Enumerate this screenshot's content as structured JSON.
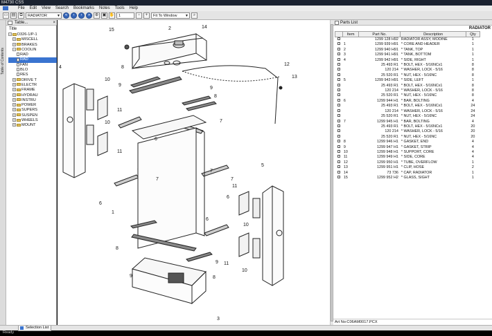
{
  "app": {
    "title": "M4730 CSS"
  },
  "menu": [
    "File",
    "Edit",
    "View",
    "Search",
    "Bookmarks",
    "Notes",
    "Tools",
    "Help"
  ],
  "toolbar": {
    "section_select": "RADIATOR",
    "page_field": "1",
    "zoom_select": "Fit To Window"
  },
  "left_panel": {
    "header": "Table...",
    "vertical_tabs": [
      "Table of Contents"
    ],
    "title_label": "Title",
    "tree": [
      {
        "label": "D326-1/P-1",
        "level": 0,
        "kind": "folder"
      },
      {
        "label": "MISCELL",
        "level": 1,
        "kind": "folder"
      },
      {
        "label": "BRAKES",
        "level": 1,
        "kind": "folder"
      },
      {
        "label": "COOLIN",
        "level": 1,
        "kind": "folder"
      },
      {
        "label": "RAD",
        "level": 2,
        "kind": "doc"
      },
      {
        "label": "RAD",
        "level": 2,
        "kind": "doc",
        "selected": true
      },
      {
        "label": "FAN",
        "level": 2,
        "kind": "doc"
      },
      {
        "label": "BLO",
        "level": 2,
        "kind": "doc"
      },
      {
        "label": "RES",
        "level": 2,
        "kind": "doc"
      },
      {
        "label": "DRIVE T",
        "level": 1,
        "kind": "folder"
      },
      {
        "label": "ELECTR",
        "level": 1,
        "kind": "folder"
      },
      {
        "label": "FRAME",
        "level": 1,
        "kind": "folder"
      },
      {
        "label": "HYDRAU",
        "level": 1,
        "kind": "folder"
      },
      {
        "label": "INSTRU",
        "level": 1,
        "kind": "folder"
      },
      {
        "label": "POWER",
        "level": 1,
        "kind": "folder"
      },
      {
        "label": "SUPERS",
        "level": 1,
        "kind": "folder"
      },
      {
        "label": "SUSPEN",
        "level": 1,
        "kind": "folder"
      },
      {
        "label": "WHEELS",
        "level": 1,
        "kind": "folder"
      },
      {
        "label": "MOUNT",
        "level": 1,
        "kind": "folder"
      }
    ]
  },
  "parts_panel": {
    "header": "Parts List",
    "title": "RADIATOR",
    "columns": [
      "Item",
      "Part No.",
      "Description",
      "Qty"
    ],
    "rows": [
      {
        "item": "",
        "part": "1299 128 H92",
        "desc": "RADIATOR ASSY, MODINE",
        "qty": "1"
      },
      {
        "item": "1",
        "part": "1299 939 H91",
        "desc": "* CORE AND HEADER",
        "qty": "1"
      },
      {
        "item": "2",
        "part": "1299 940 H91",
        "desc": "* TANK, TOP",
        "qty": "1"
      },
      {
        "item": "3",
        "part": "1299 941 H91",
        "desc": "* TANK, BOTTOM",
        "qty": "1"
      },
      {
        "item": "4",
        "part": "1299 942 H91",
        "desc": "* SIDE, RIGHT",
        "qty": "1"
      },
      {
        "item": "",
        "part": "25 493 R1",
        "desc": "* BOLT, HEX - 5/16NCx1",
        "qty": "8"
      },
      {
        "item": "",
        "part": "120 214",
        "desc": "* WASHER, LOCK - 5/16",
        "qty": "8"
      },
      {
        "item": "",
        "part": "25 520 R1",
        "desc": "* NUT, HEX - 5/16NC",
        "qty": "8"
      },
      {
        "item": "5",
        "part": "1299 943 H91",
        "desc": "* SIDE, LEFT",
        "qty": "1"
      },
      {
        "item": "",
        "part": "25 493 R1",
        "desc": "* BOLT, HEX - 5/16NCx1",
        "qty": "8"
      },
      {
        "item": "",
        "part": "120 214",
        "desc": "* WASHER, LOCK - 5/16",
        "qty": "8"
      },
      {
        "item": "",
        "part": "25 520 R1",
        "desc": "* NUT, HEX - 5/16NC",
        "qty": "8"
      },
      {
        "item": "6",
        "part": "1299 944 H1",
        "desc": "* BAR, BOLTING",
        "qty": "4"
      },
      {
        "item": "",
        "part": "25 493 R1",
        "desc": "* BOLT, HEX - 5/16NCx1",
        "qty": "24"
      },
      {
        "item": "",
        "part": "120 214",
        "desc": "* WASHER, LOCK - 5/16",
        "qty": "24"
      },
      {
        "item": "",
        "part": "25 520 R1",
        "desc": "* NUT, HEX - 5/16NC",
        "qty": "24"
      },
      {
        "item": "7",
        "part": "1299 945 H1",
        "desc": "* BAR, BOLTING",
        "qty": "4"
      },
      {
        "item": "",
        "part": "25 493 R1",
        "desc": "* BOLT, HEX - 5/16NCx1",
        "qty": "20"
      },
      {
        "item": "",
        "part": "120 214",
        "desc": "* WASHER, LOCK - 5/16",
        "qty": "20"
      },
      {
        "item": "",
        "part": "25 520 R1",
        "desc": "* NUT, HEX - 5/16NC",
        "qty": "20"
      },
      {
        "item": "8",
        "part": "1299 946 H1",
        "desc": "* GASKET, END",
        "qty": "4"
      },
      {
        "item": "9",
        "part": "1299 947 H1",
        "desc": "* GASKET, STRIP",
        "qty": "4"
      },
      {
        "item": "10",
        "part": "1299 948 H1",
        "desc": "* SUPPORT, CORE",
        "qty": "4"
      },
      {
        "item": "11",
        "part": "1299 949 H1",
        "desc": "* SIDE, CORE",
        "qty": "4"
      },
      {
        "item": "12",
        "part": "1299 950 H1",
        "desc": "* TUBE, OVERFLOW",
        "qty": "1"
      },
      {
        "item": "13",
        "part": "1299 951 H1",
        "desc": "* CLIP, HOSE",
        "qty": "2"
      },
      {
        "item": "14",
        "part": "73 736",
        "desc": "* CAP, RADIATOR",
        "qty": "1"
      },
      {
        "item": "15",
        "part": "1299 952 H2",
        "desc": "* GLASS, SIGHT",
        "qty": "1"
      }
    ],
    "art_no": "Art No:C06AM0017.PCX"
  },
  "drawing": {
    "callouts": [
      {
        "label": "1"
      },
      {
        "label": "2"
      },
      {
        "label": "3"
      },
      {
        "label": "4"
      },
      {
        "label": "5"
      },
      {
        "label": "6"
      },
      {
        "label": "6"
      },
      {
        "label": "6"
      },
      {
        "label": "6"
      },
      {
        "label": "7"
      },
      {
        "label": "7"
      },
      {
        "label": "7"
      },
      {
        "label": "7"
      },
      {
        "label": "8"
      },
      {
        "label": "8"
      },
      {
        "label": "8"
      },
      {
        "label": "8"
      },
      {
        "label": "9"
      },
      {
        "label": "9"
      },
      {
        "label": "9"
      },
      {
        "label": "9"
      },
      {
        "label": "10"
      },
      {
        "label": "10"
      },
      {
        "label": "10"
      },
      {
        "label": "10"
      },
      {
        "label": "11"
      },
      {
        "label": "11"
      },
      {
        "label": "11"
      },
      {
        "label": "11"
      },
      {
        "label": "12"
      },
      {
        "label": "13"
      },
      {
        "label": "14"
      },
      {
        "label": "15"
      }
    ]
  },
  "status": {
    "selection_tab": "Selection List",
    "ready": "Ready"
  }
}
